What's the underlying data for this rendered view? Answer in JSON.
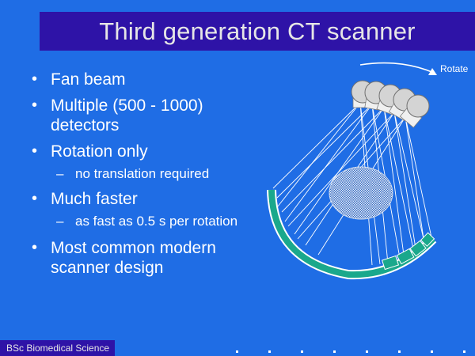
{
  "slide": {
    "title": "Third generation CT scanner",
    "bullets": [
      "Fan beam",
      "Multiple (500 - 1000) detectors",
      "Rotation only",
      "Much faster",
      "Most common modern scanner design"
    ],
    "subpoints": {
      "rotation": "no translation required",
      "faster": "as fast as 0.5 s per rotation"
    },
    "bullet_glyph": "•",
    "dash_glyph": "–"
  },
  "diagram": {
    "rotate_label": "Rotate"
  },
  "footer": {
    "text": "BSc Biomedical Science"
  },
  "colors": {
    "background": "#1f6de5",
    "title_bar": "#2e13a7",
    "detector_arc": "#1aa88c",
    "phantom": "#c8d8ec"
  }
}
